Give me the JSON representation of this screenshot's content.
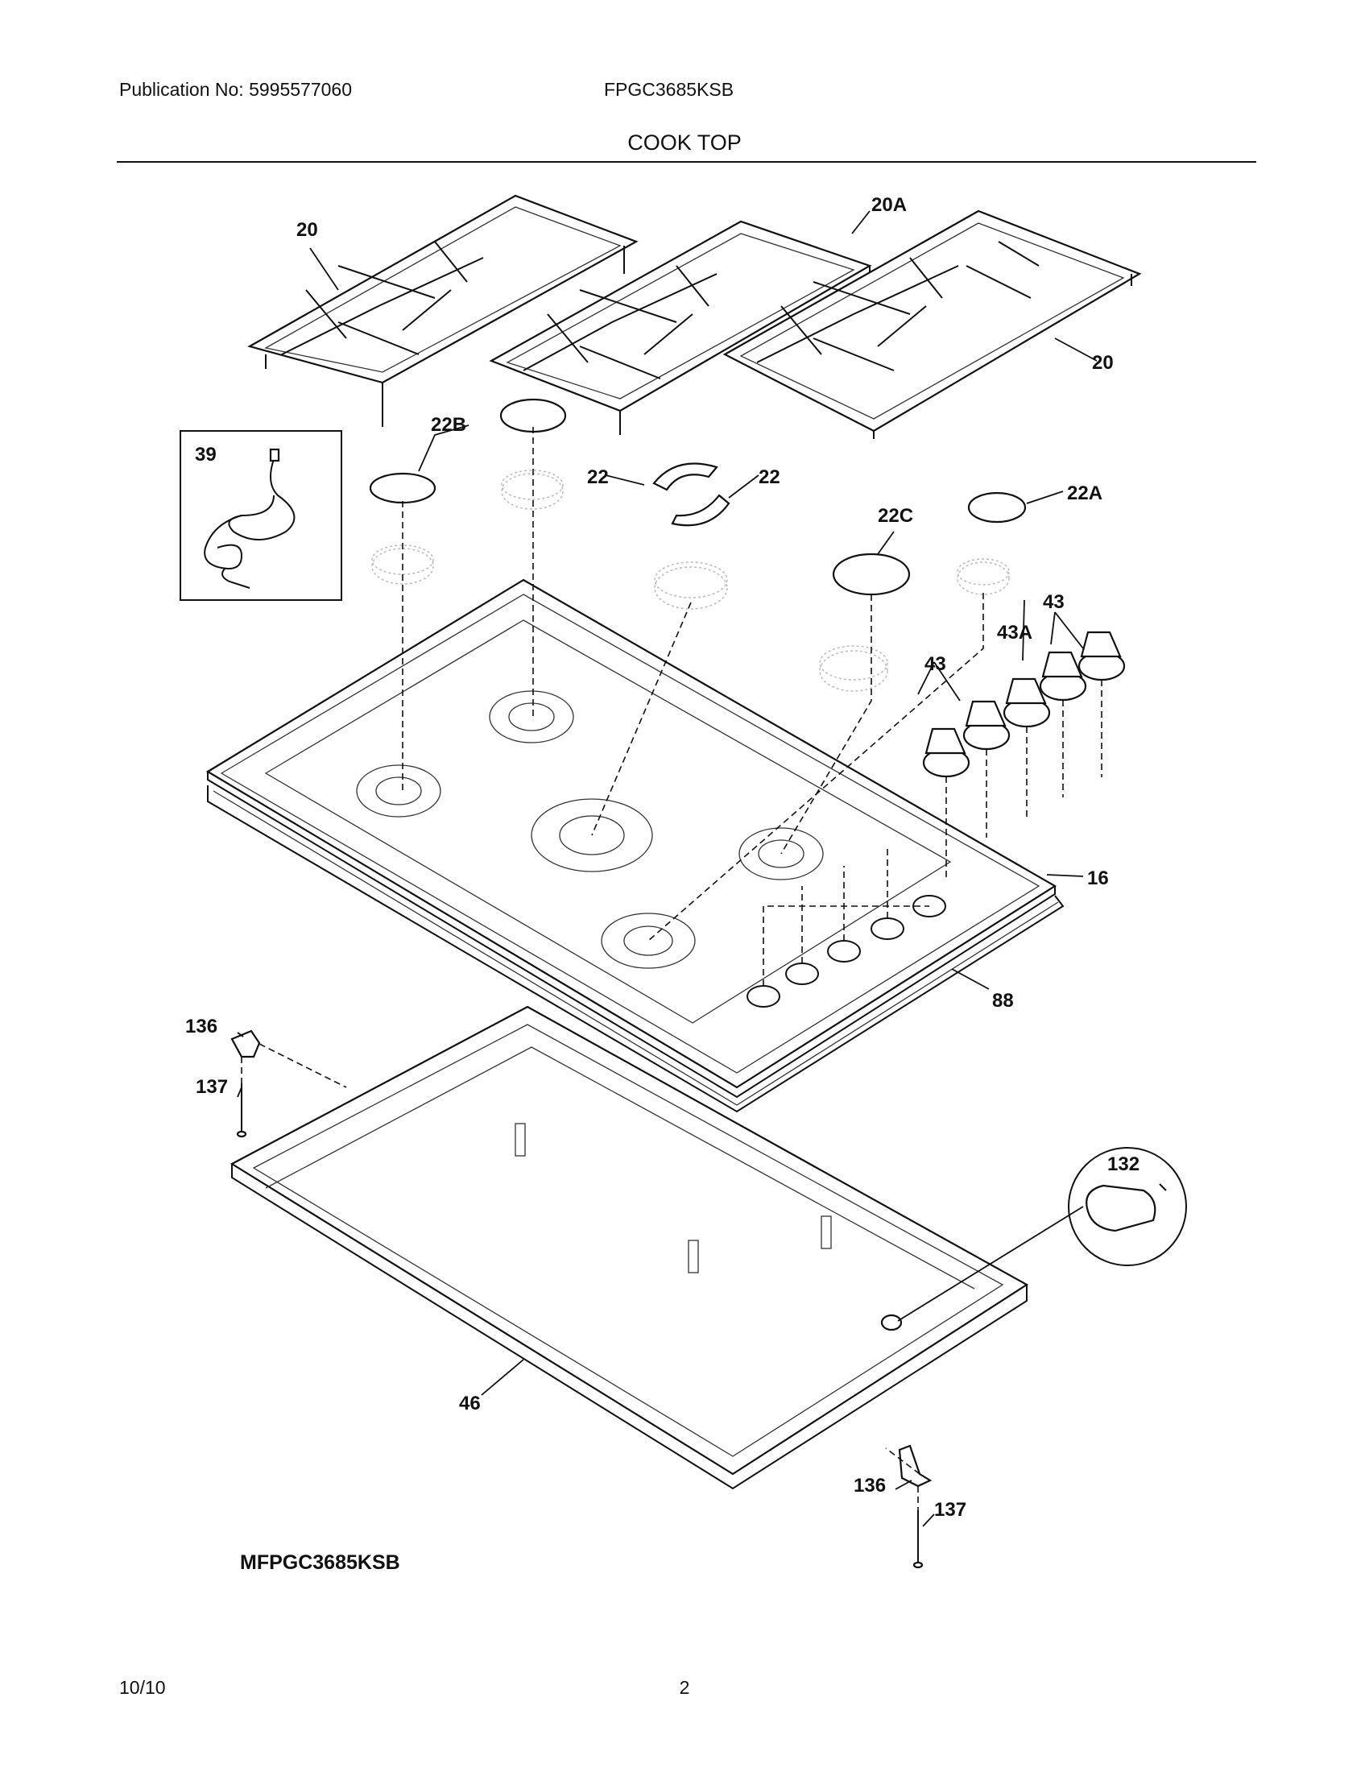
{
  "header": {
    "publication": "Publication No: 5995577060",
    "model": "FPGC3685KSB",
    "section": "COOK TOP"
  },
  "footer": {
    "date": "10/10",
    "page": "2"
  },
  "diagram": {
    "model_label": "MFPGC3685KSB",
    "part_labels": [
      "20",
      "20A",
      "20",
      "22B",
      "22",
      "22",
      "22C",
      "22A",
      "39",
      "43",
      "43A",
      "43",
      "16",
      "88",
      "136",
      "137",
      "132",
      "46",
      "136",
      "137"
    ]
  }
}
